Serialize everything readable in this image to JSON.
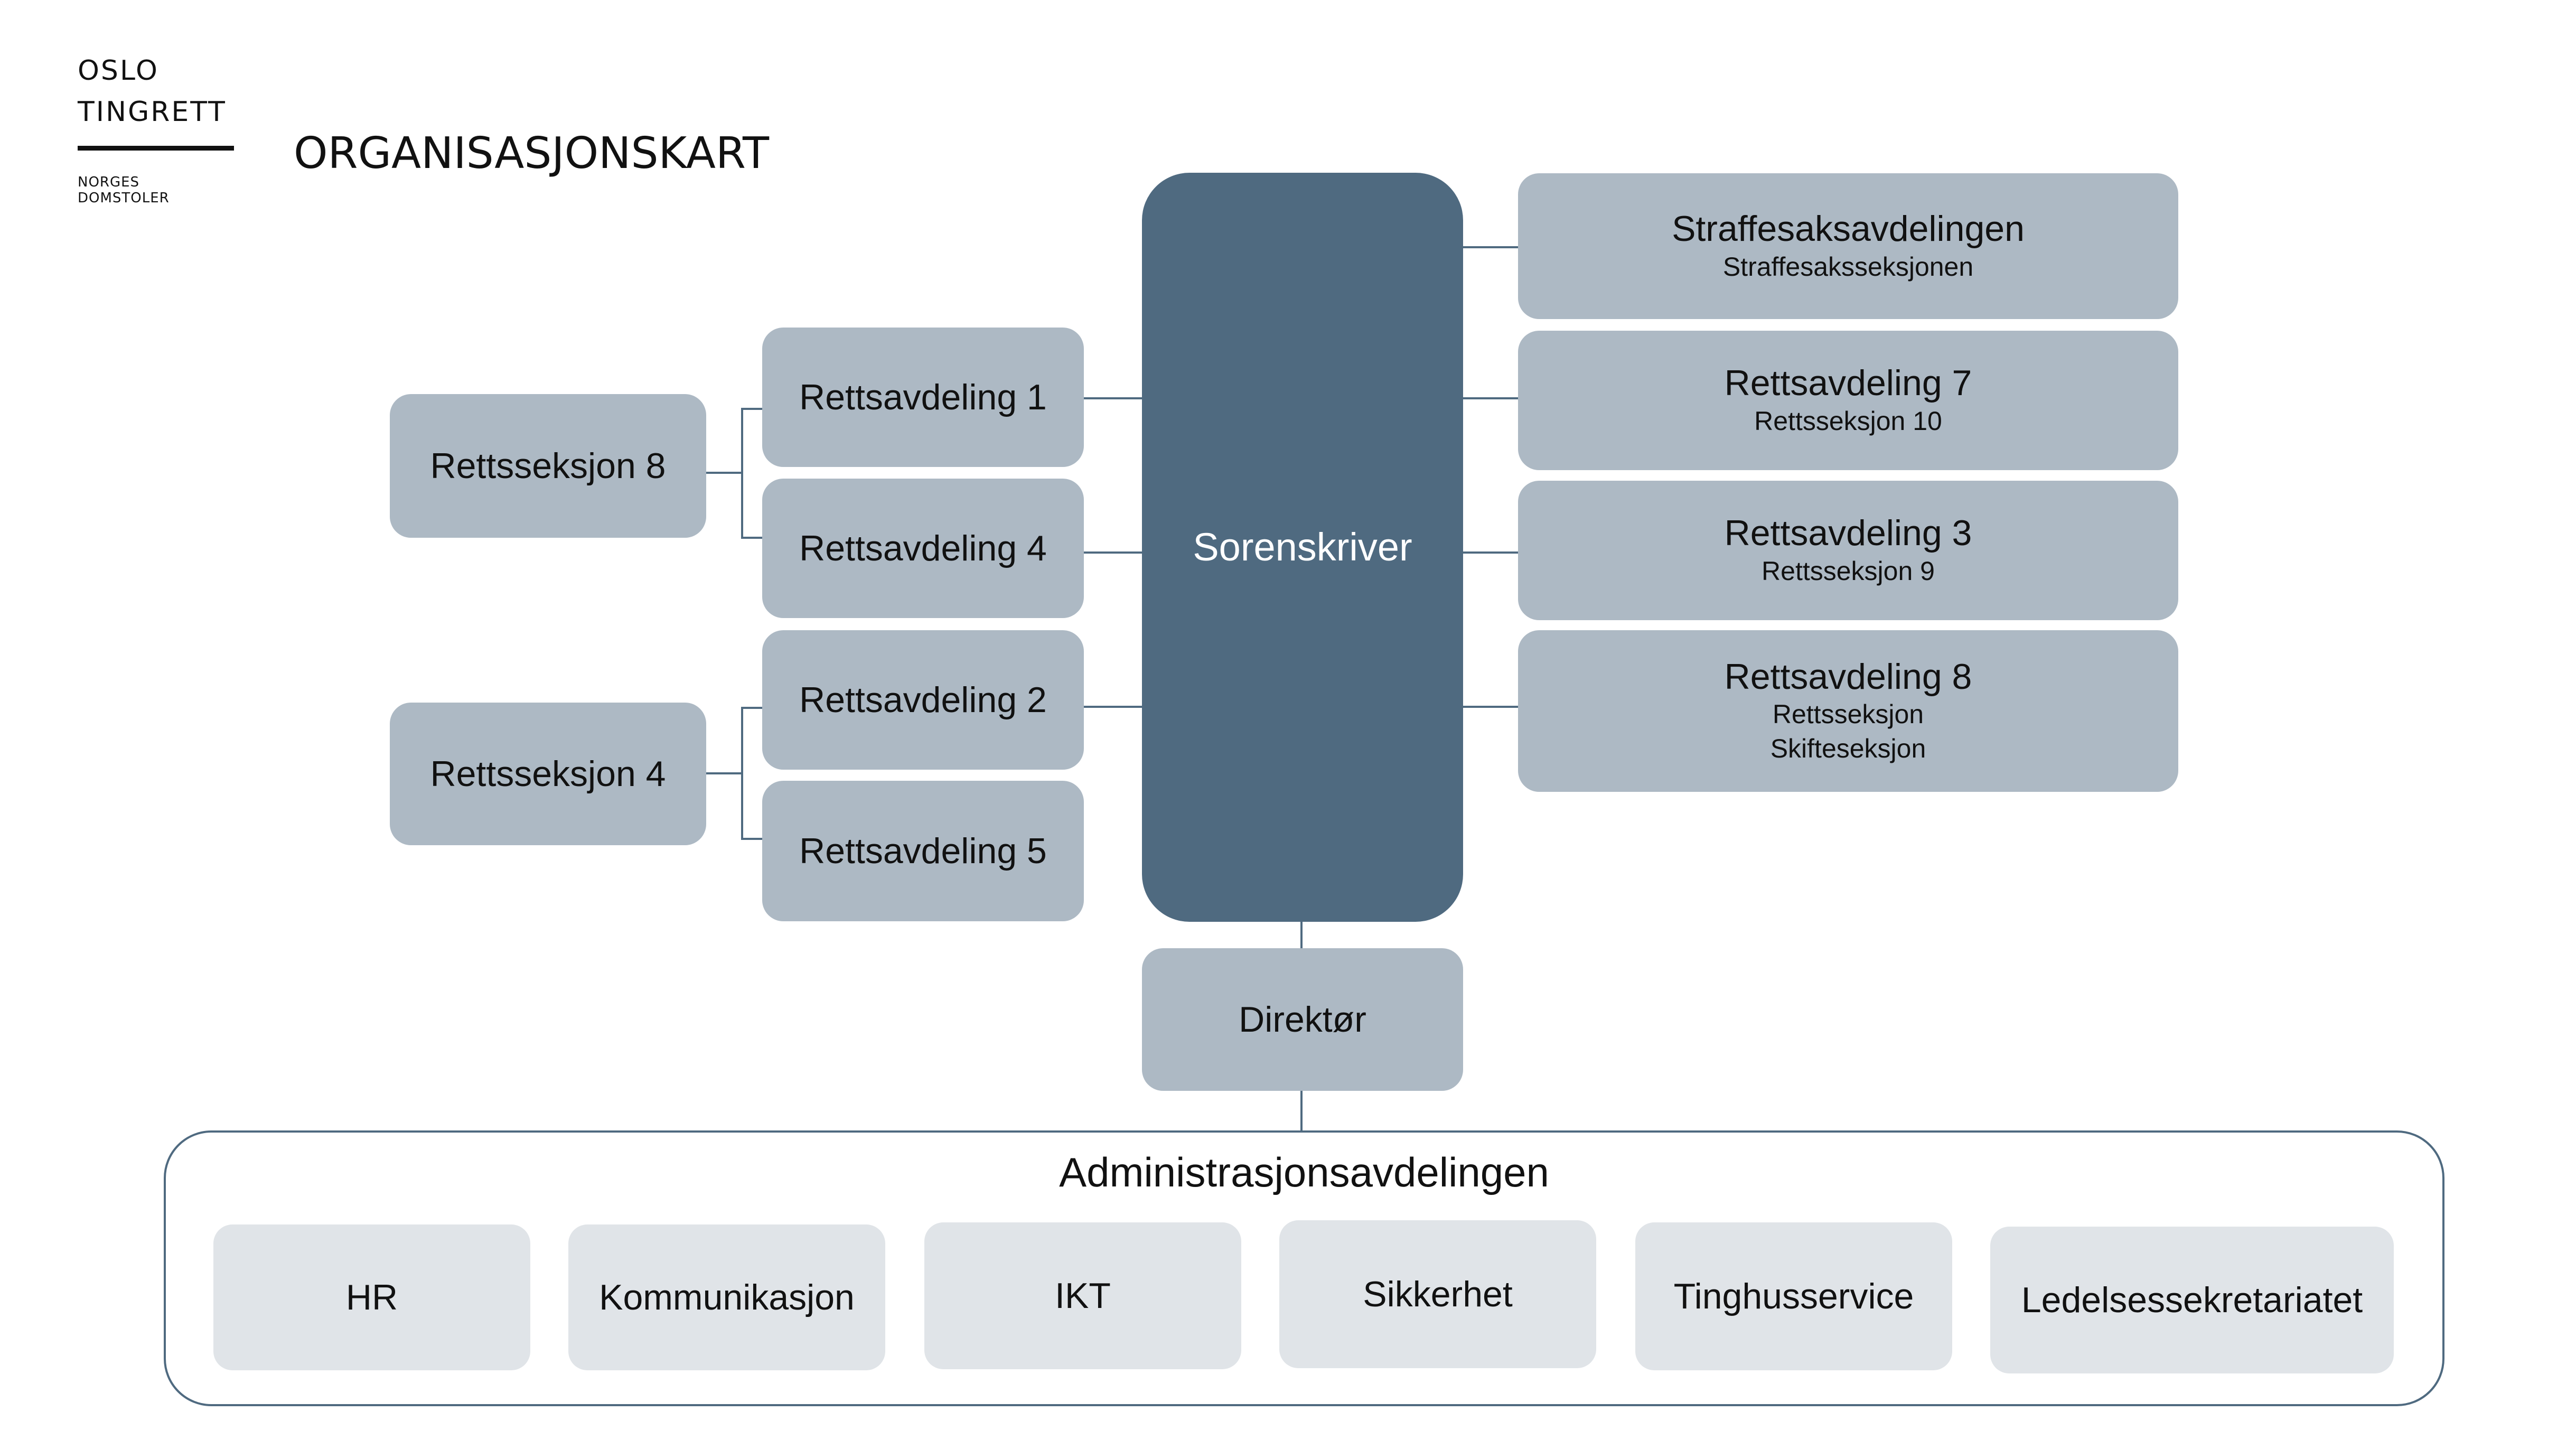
{
  "logo": {
    "line1": "OSLO",
    "line2": "TINGRETT",
    "sub": "NORGES DOMSTOLER"
  },
  "title": "ORGANISASJONSKART",
  "colors": {
    "dark": "#4f6a80",
    "mid": "#adb9c4",
    "light": "#e0e4e8",
    "line": "#4f6a80"
  },
  "center": {
    "label": "Sorenskriver"
  },
  "director": {
    "label": "Direktør"
  },
  "left_sections": [
    {
      "label": "Rettsseksjon 8"
    },
    {
      "label": "Rettsseksjon 4"
    }
  ],
  "left_departments": [
    {
      "label": "Rettsavdeling 1"
    },
    {
      "label": "Rettsavdeling 4"
    },
    {
      "label": "Rettsavdeling 2"
    },
    {
      "label": "Rettsavdeling 5"
    }
  ],
  "right_departments": [
    {
      "label": "Straffesaksavdelingen",
      "sub1": "Straffesaksseksjonen"
    },
    {
      "label": "Rettsavdeling 7",
      "sub1": "Rettsseksjon 10"
    },
    {
      "label": "Rettsavdeling 3",
      "sub1": "Rettsseksjon 9"
    },
    {
      "label": "Rettsavdeling 8",
      "sub1": "Rettsseksjon",
      "sub2": "Skifteseksjon"
    }
  ],
  "admin": {
    "title": "Administrasjonsavdelingen",
    "units": [
      {
        "label": "HR"
      },
      {
        "label": "Kommunikasjon"
      },
      {
        "label": "IKT"
      },
      {
        "label": "Sikkerhet"
      },
      {
        "label": "Tinghusservice"
      },
      {
        "label": "Ledelsessekretariatet"
      }
    ]
  }
}
